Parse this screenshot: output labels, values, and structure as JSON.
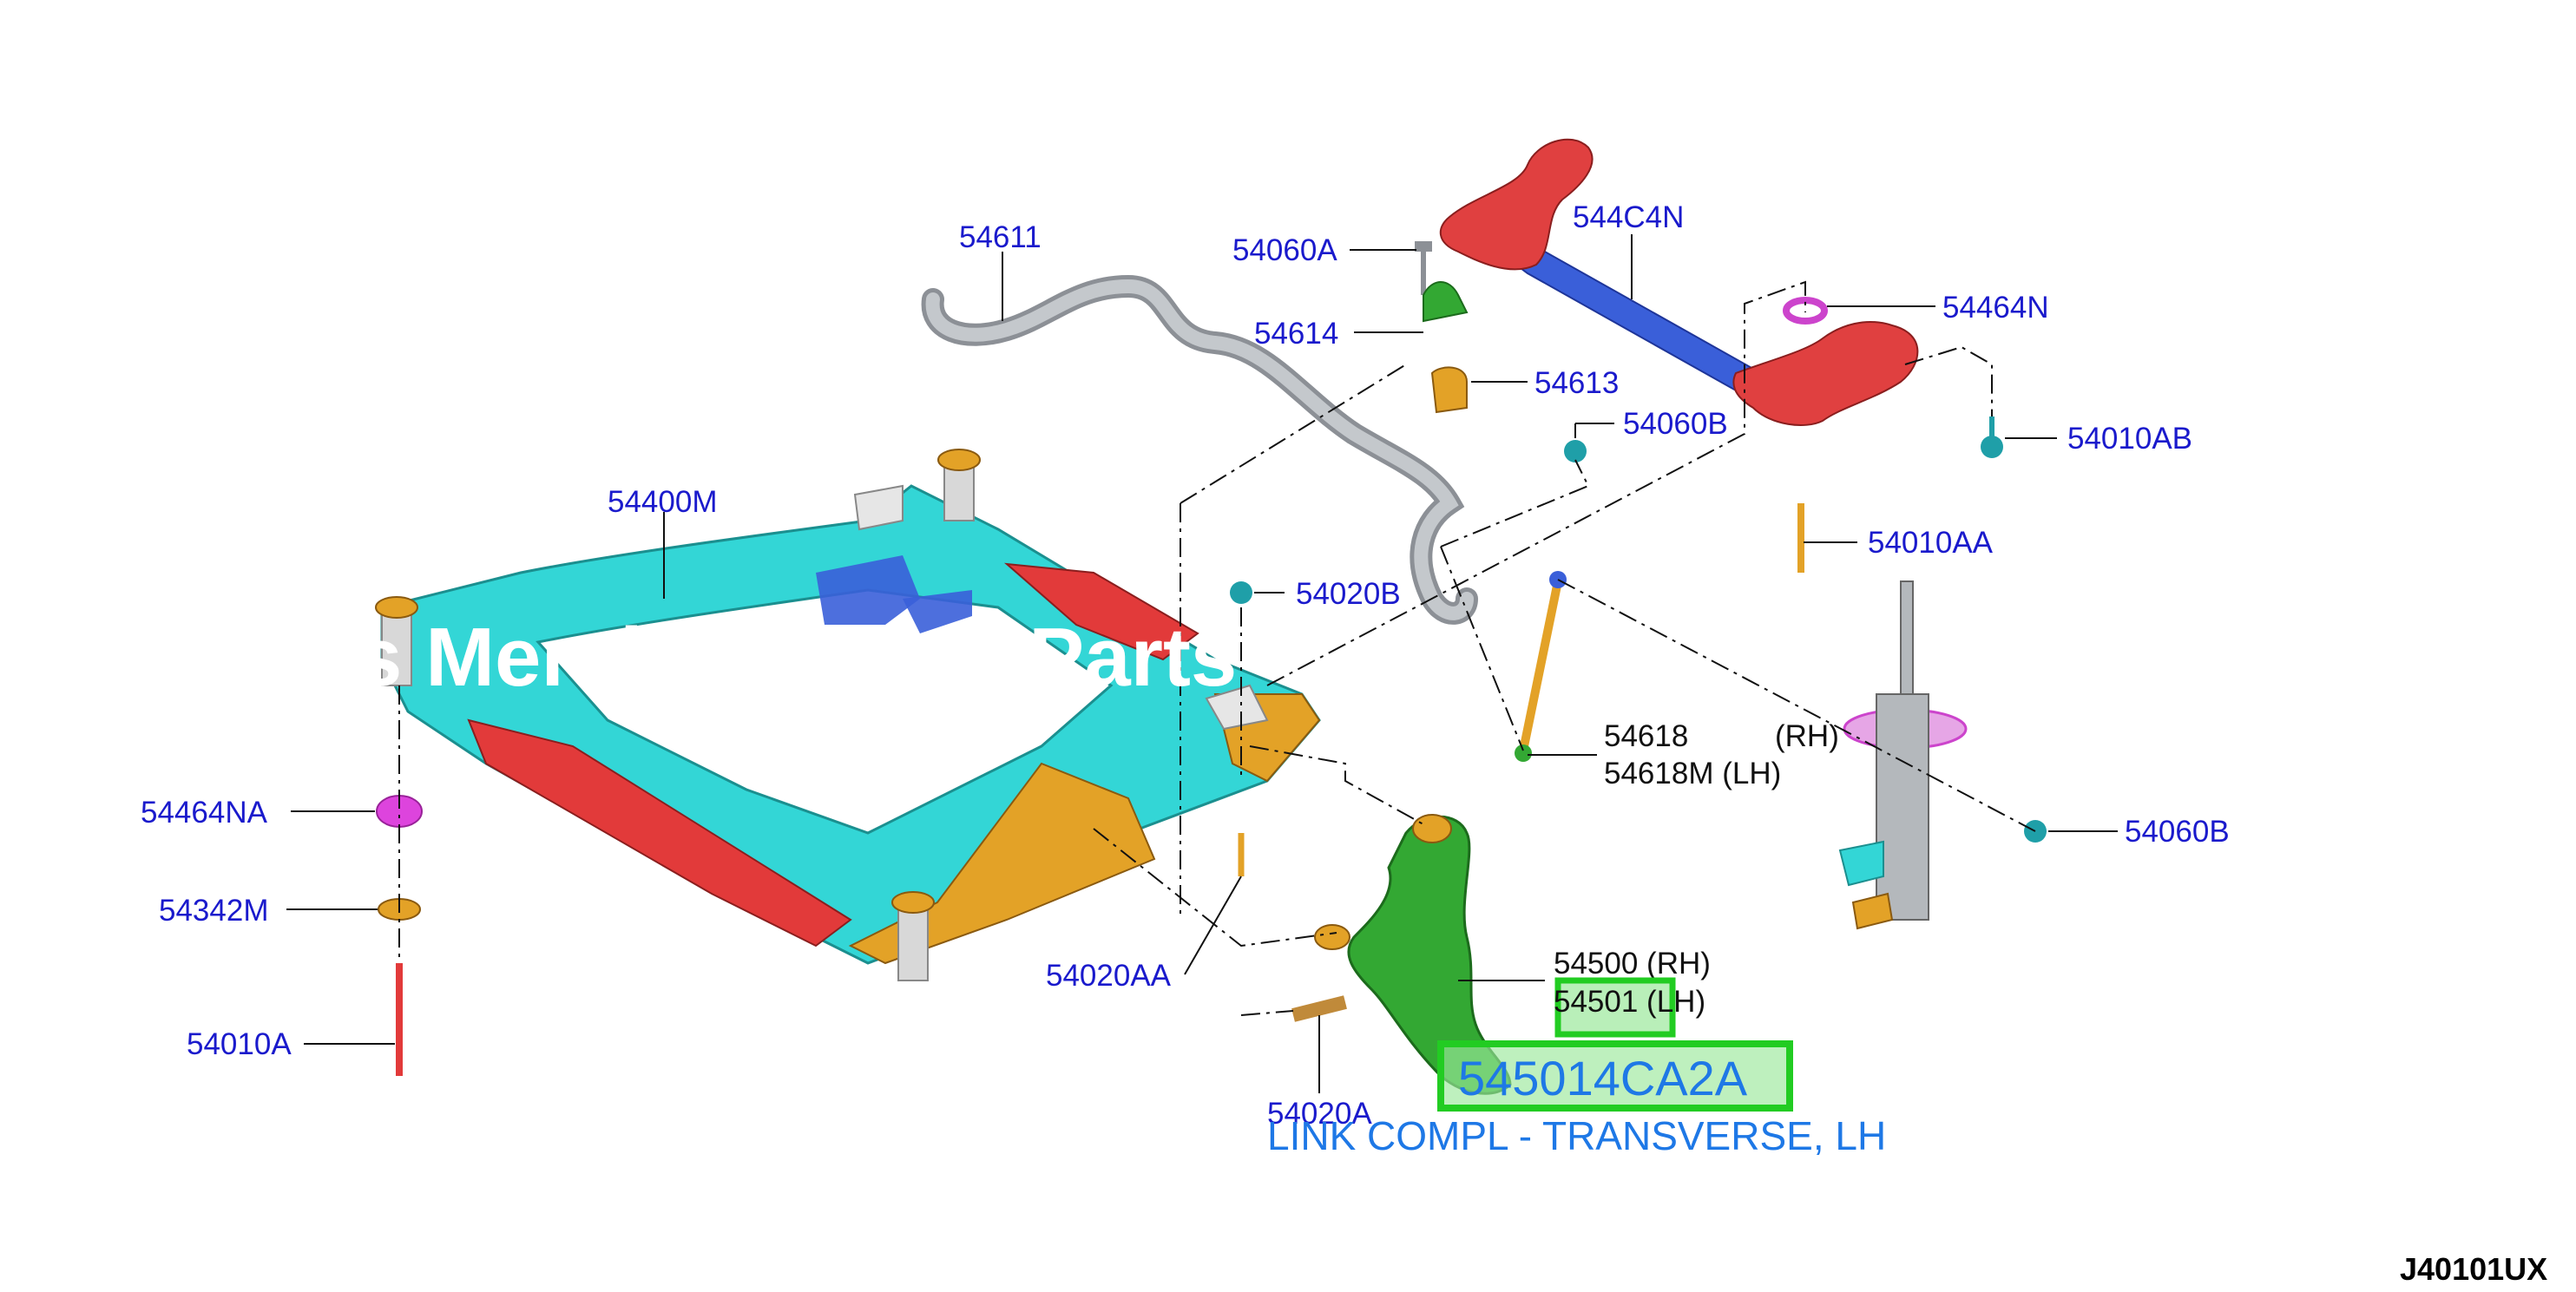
{
  "diagram": {
    "labels": {
      "p54611": "54611",
      "p54060A": "54060A",
      "p544C4N": "544C4N",
      "p54464N": "54464N",
      "p54614": "54614",
      "p54613": "54613",
      "p54060B_top": "54060B",
      "p54010AB": "54010AB",
      "p54400M": "54400M",
      "p54010AA": "54010AA",
      "p54020B": "54020B",
      "p54618": "54618",
      "p54618_side": "(RH)",
      "p54618M": "54618M (LH)",
      "p54464NA": "54464NA",
      "p54060B_right": "54060B",
      "p54342M": "54342M",
      "p54500": "54500 (RH)",
      "p54501": "54501 (LH)",
      "p54020AA": "54020AA",
      "p54010A": "54010A",
      "p54020A": "54020A"
    },
    "highlight": {
      "part_number": "545014CA2A",
      "description": "LINK COMPL - TRANSVERSE, LH"
    },
    "diagram_ref": "J40101UX",
    "watermark": "s Merchant Auto Parts"
  },
  "colors": {
    "label_blue": "#1a1acc",
    "highlight_green": "#22cc22",
    "highlight_text": "#1e78e6",
    "subframe_cyan": "#33d6d6",
    "subframe_red": "#e23a3a",
    "subframe_orange": "#e3a227",
    "arm_green": "#33a833",
    "bar_gray": "#b4b8bc",
    "member_red": "#e04040",
    "member_blue": "#3a5fd9",
    "bushing_magenta": "#cc44cc"
  }
}
